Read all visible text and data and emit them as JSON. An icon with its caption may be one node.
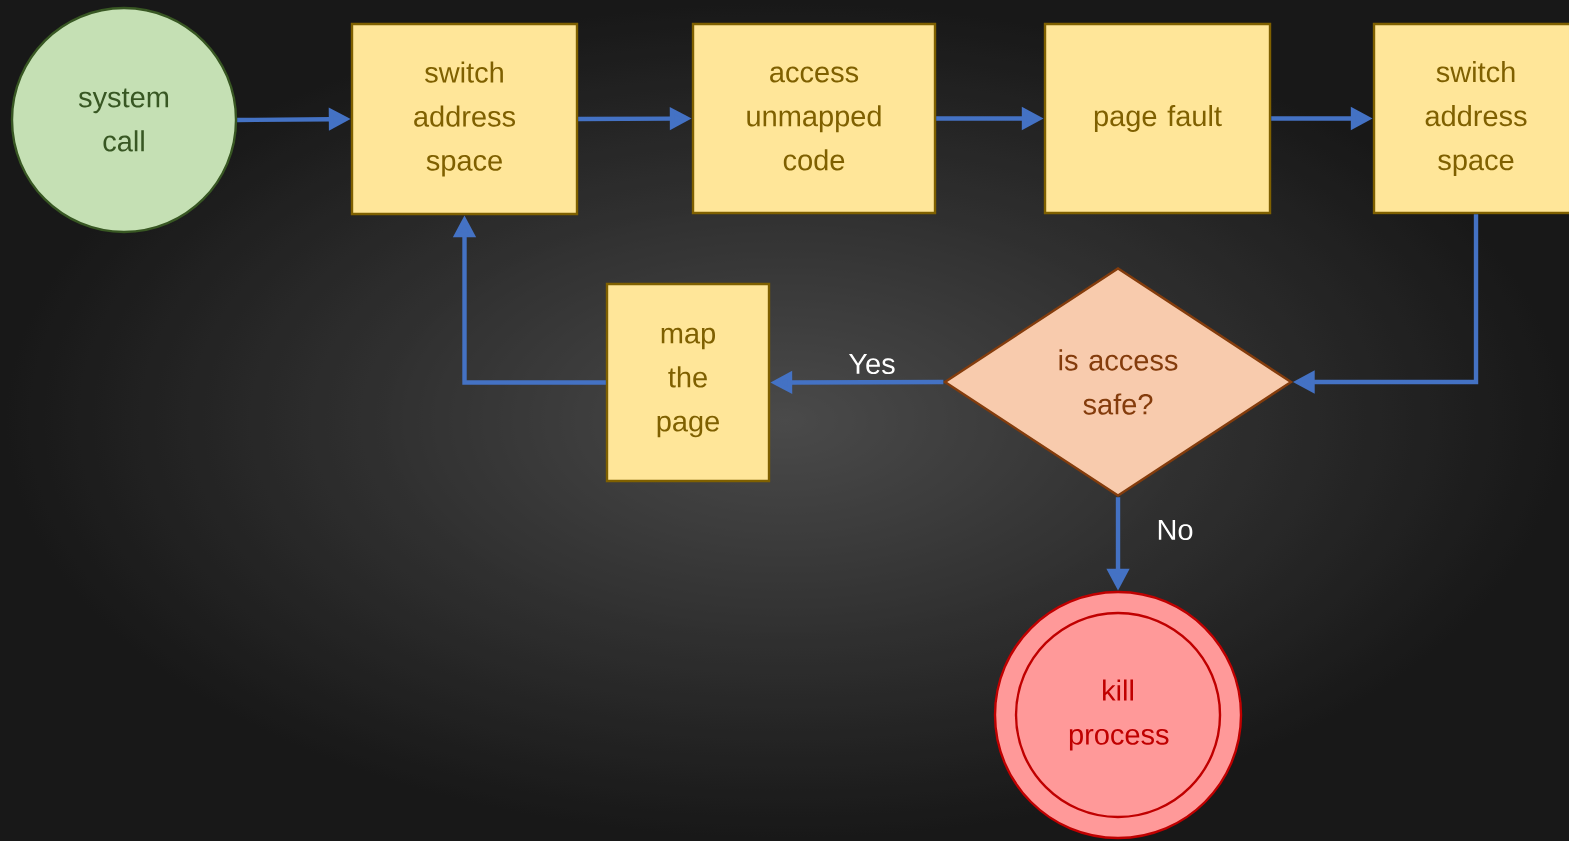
{
  "diagram": {
    "nodes": [
      {
        "text": [
          "system call"
        ]
      },
      {
        "text": [
          "switch address space"
        ]
      },
      {
        "text": [
          "access unmapped code"
        ]
      },
      {
        "text": [
          "page fault"
        ]
      },
      {
        "text": [
          "switch address space"
        ]
      },
      {
        "text": [
          "is access safe?"
        ]
      },
      {
        "text": [
          "map the page"
        ]
      },
      {
        "text": [
          "kill process"
        ]
      }
    ],
    "edges": [
      {
        "from": 0,
        "to": 1,
        "arrow": "to"
      },
      {
        "from": 1,
        "to": 2,
        "arrow": "to"
      },
      {
        "from": 2,
        "to": 3,
        "arrow": "to"
      },
      {
        "from": 3,
        "to": 4,
        "arrow": "to"
      },
      {
        "from": 4,
        "to": 5,
        "arrow": "to"
      },
      {
        "from": 5,
        "to": 6,
        "arrow": "to",
        "label": "Yes"
      },
      {
        "from": 6,
        "to": 1,
        "arrow": "to"
      },
      {
        "from": 5,
        "to": 7,
        "arrow": "to",
        "label": "No"
      }
    ]
  }
}
